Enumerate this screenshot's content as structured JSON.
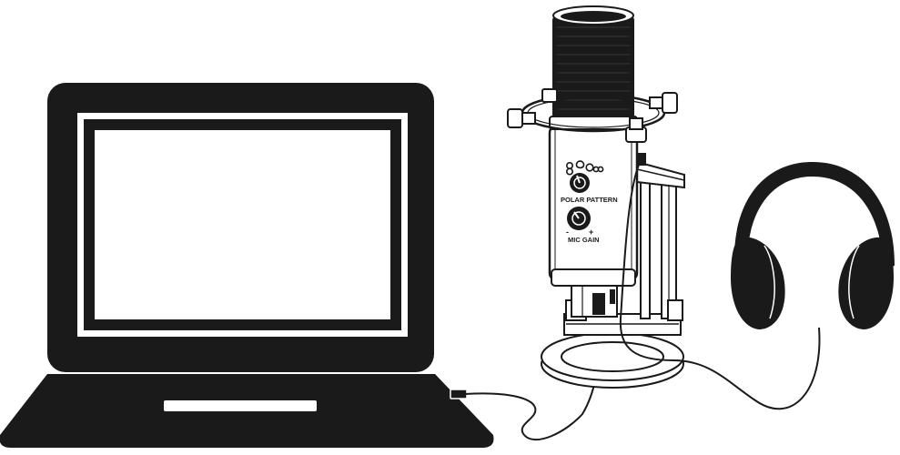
{
  "diagram": {
    "polar_pattern_label": "POLAR PATTERN",
    "mic_gain_label": "MIC GAIN",
    "gain_minus": "-",
    "gain_plus": "+",
    "pattern_icons": [
      "figure-8",
      "cardioid",
      "omni",
      "stereo"
    ],
    "colors": {
      "ink": "#1a1a1a",
      "paper": "#ffffff"
    }
  }
}
